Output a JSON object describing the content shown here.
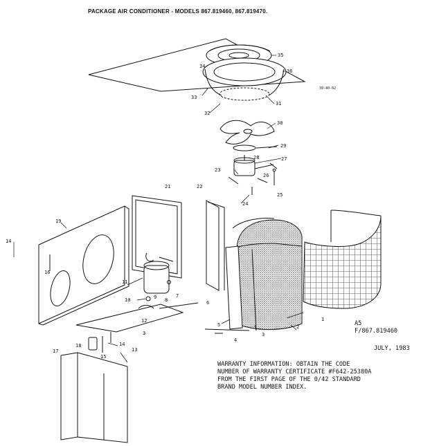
{
  "document": {
    "title": "PACKAGE AIR CONDITIONER - MODELS 867.819460, 867.819470.",
    "drawing_code": "39-40-02",
    "reference": {
      "line1": "A5",
      "line2": "F/867.819460"
    },
    "date": "JULY, 1983",
    "warranty": {
      "lines": [
        "WARRANTY INFORMATION:  OBTAIN THE CODE",
        "NUMBER OF WARRANTY CERTIFICATE #F642-25380A",
        "FROM THE FIRST PAGE OF THE 0/42 STANDARD",
        "BRAND MODEL NUMBER INDEX."
      ]
    }
  },
  "callouts": {
    "c1": "1",
    "c2": "2",
    "c3": "3",
    "c3b": "3",
    "c4": "4",
    "c5": "5",
    "c6": "6",
    "c7": "7",
    "c8": "8",
    "c9": "9",
    "c10": "10",
    "c11": "11",
    "c12": "12",
    "c13": "13",
    "c14a": "14",
    "c14b": "14",
    "c15": "15",
    "c16": "16",
    "c17": "17",
    "c18": "18",
    "c19": "19",
    "c21": "21",
    "c22": "22",
    "c23": "23",
    "c24": "24",
    "c25": "25",
    "c26": "26",
    "c27": "27",
    "c28": "28",
    "c29": "29",
    "c30": "30",
    "c31": "31",
    "c32": "32",
    "c33": "33",
    "c34": "34",
    "c35": "35",
    "c36": "36"
  }
}
